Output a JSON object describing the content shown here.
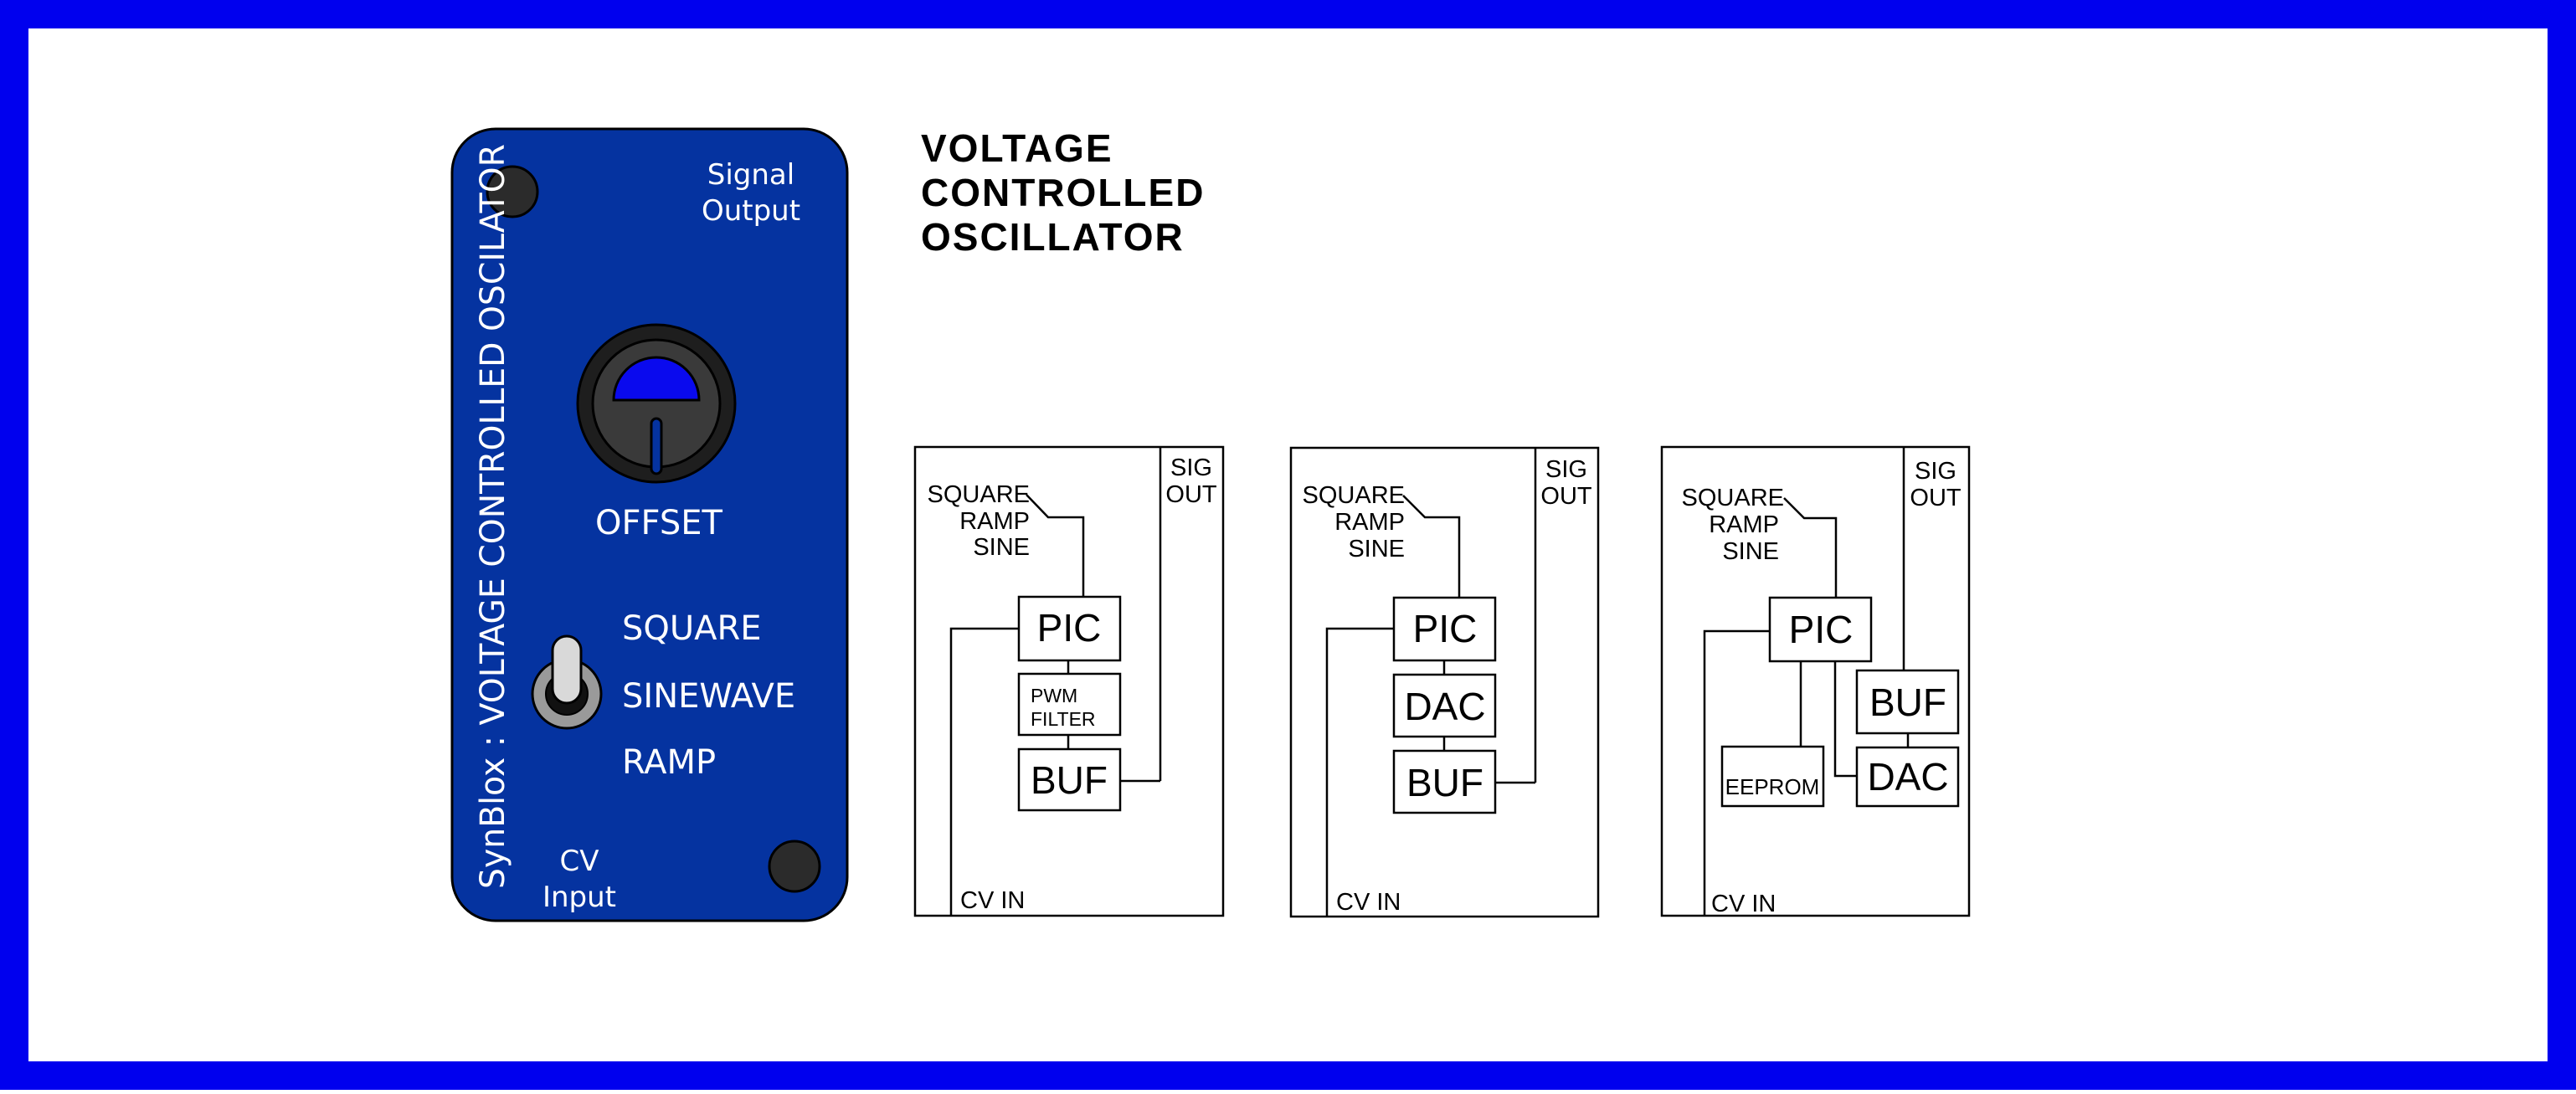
{
  "colors": {
    "frame": "#0000ee",
    "panel": "#0533a0",
    "panel_text": "#ffffff",
    "knob_indicator": "#0a0aee",
    "diagram_stroke": "#000000",
    "background": "#ffffff"
  },
  "title": {
    "line1": "VOLTAGE",
    "line2": "CONTROLLED",
    "line3": "OSCILLATOR"
  },
  "panel": {
    "vertical_label": "SynBlox : VOLTAGE CONTROLLED OSCILATOR",
    "signal_output_line1": "Signal",
    "signal_output_line2": "Output",
    "knob_label": "OFFSET",
    "switch_options": [
      "SQUARE",
      "SINEWAVE",
      "RAMP"
    ],
    "cv_input_line1": "CV",
    "cv_input_line2": "Input"
  },
  "diagrams": [
    {
      "waveforms": [
        "SQUARE",
        "RAMP",
        "SINE"
      ],
      "sig_out": [
        "SIG",
        "OUT"
      ],
      "blocks": [
        "PIC",
        "PWM",
        "FILTER",
        "BUF"
      ],
      "cv_in": "CV IN"
    },
    {
      "waveforms": [
        "SQUARE",
        "RAMP",
        "SINE"
      ],
      "sig_out": [
        "SIG",
        "OUT"
      ],
      "blocks": [
        "PIC",
        "DAC",
        "BUF"
      ],
      "cv_in": "CV IN"
    },
    {
      "waveforms": [
        "SQUARE",
        "RAMP",
        "SINE"
      ],
      "sig_out": [
        "SIG",
        "OUT"
      ],
      "blocks": [
        "PIC",
        "BUF",
        "DAC",
        "EEPROM"
      ],
      "cv_in": "CV IN"
    }
  ]
}
